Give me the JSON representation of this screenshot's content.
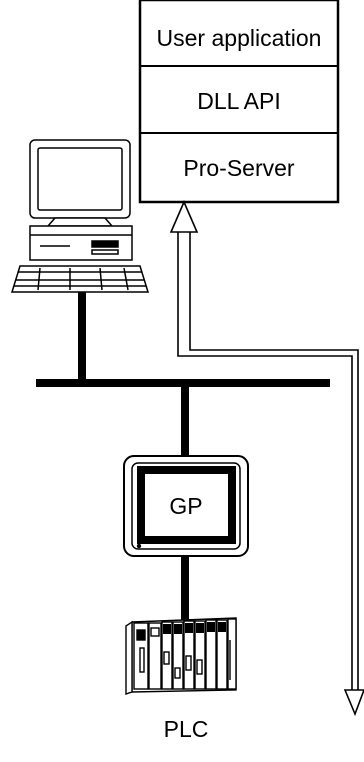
{
  "stack": {
    "layer_top": "User application",
    "layer_middle": "DLL API",
    "layer_bottom": "Pro-Server"
  },
  "display_unit": {
    "label": "GP"
  },
  "controller": {
    "label": "PLC"
  }
}
